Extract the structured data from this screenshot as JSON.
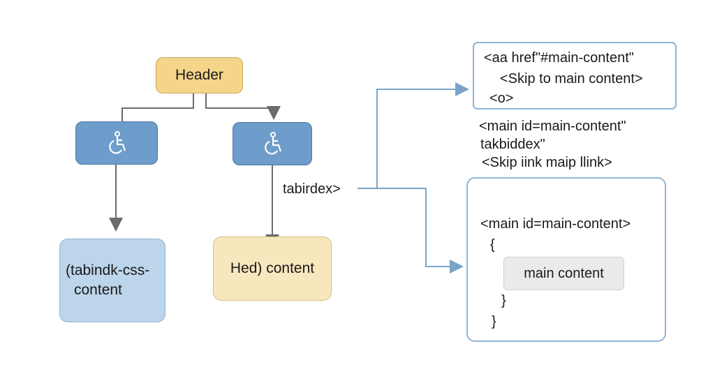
{
  "nodes": {
    "header": "Header",
    "left_content_line1": "(tabindk-css-",
    "left_content_line2": "content",
    "right_content": "Hed) content",
    "tab_label": "tabirdex>"
  },
  "icons": {
    "left": "wheelchair-icon",
    "right": "wheelchair-icon"
  },
  "code_top": {
    "line1": "<aa href\"#main-content\"",
    "line2": "<Skip to main content>",
    "line3": "<o>"
  },
  "middle_text": {
    "line1": "<main id=main-content\"",
    "line2": "takbiddex\"",
    "line3": "<Skip iink maip llink>"
  },
  "code_bottom": {
    "line1": "<main id=main-content>",
    "open_brace": "{",
    "chip": "main content",
    "close_brace1": "}",
    "close_brace2": "}"
  },
  "colors": {
    "header_fill": "#f4d58a",
    "icon_fill": "#6e9ccb",
    "left_content_fill": "#bcd5ea",
    "right_content_fill": "#f8e6bd",
    "arrow_gray": "#6b6b6b",
    "arrow_blue": "#7aa3c8"
  }
}
